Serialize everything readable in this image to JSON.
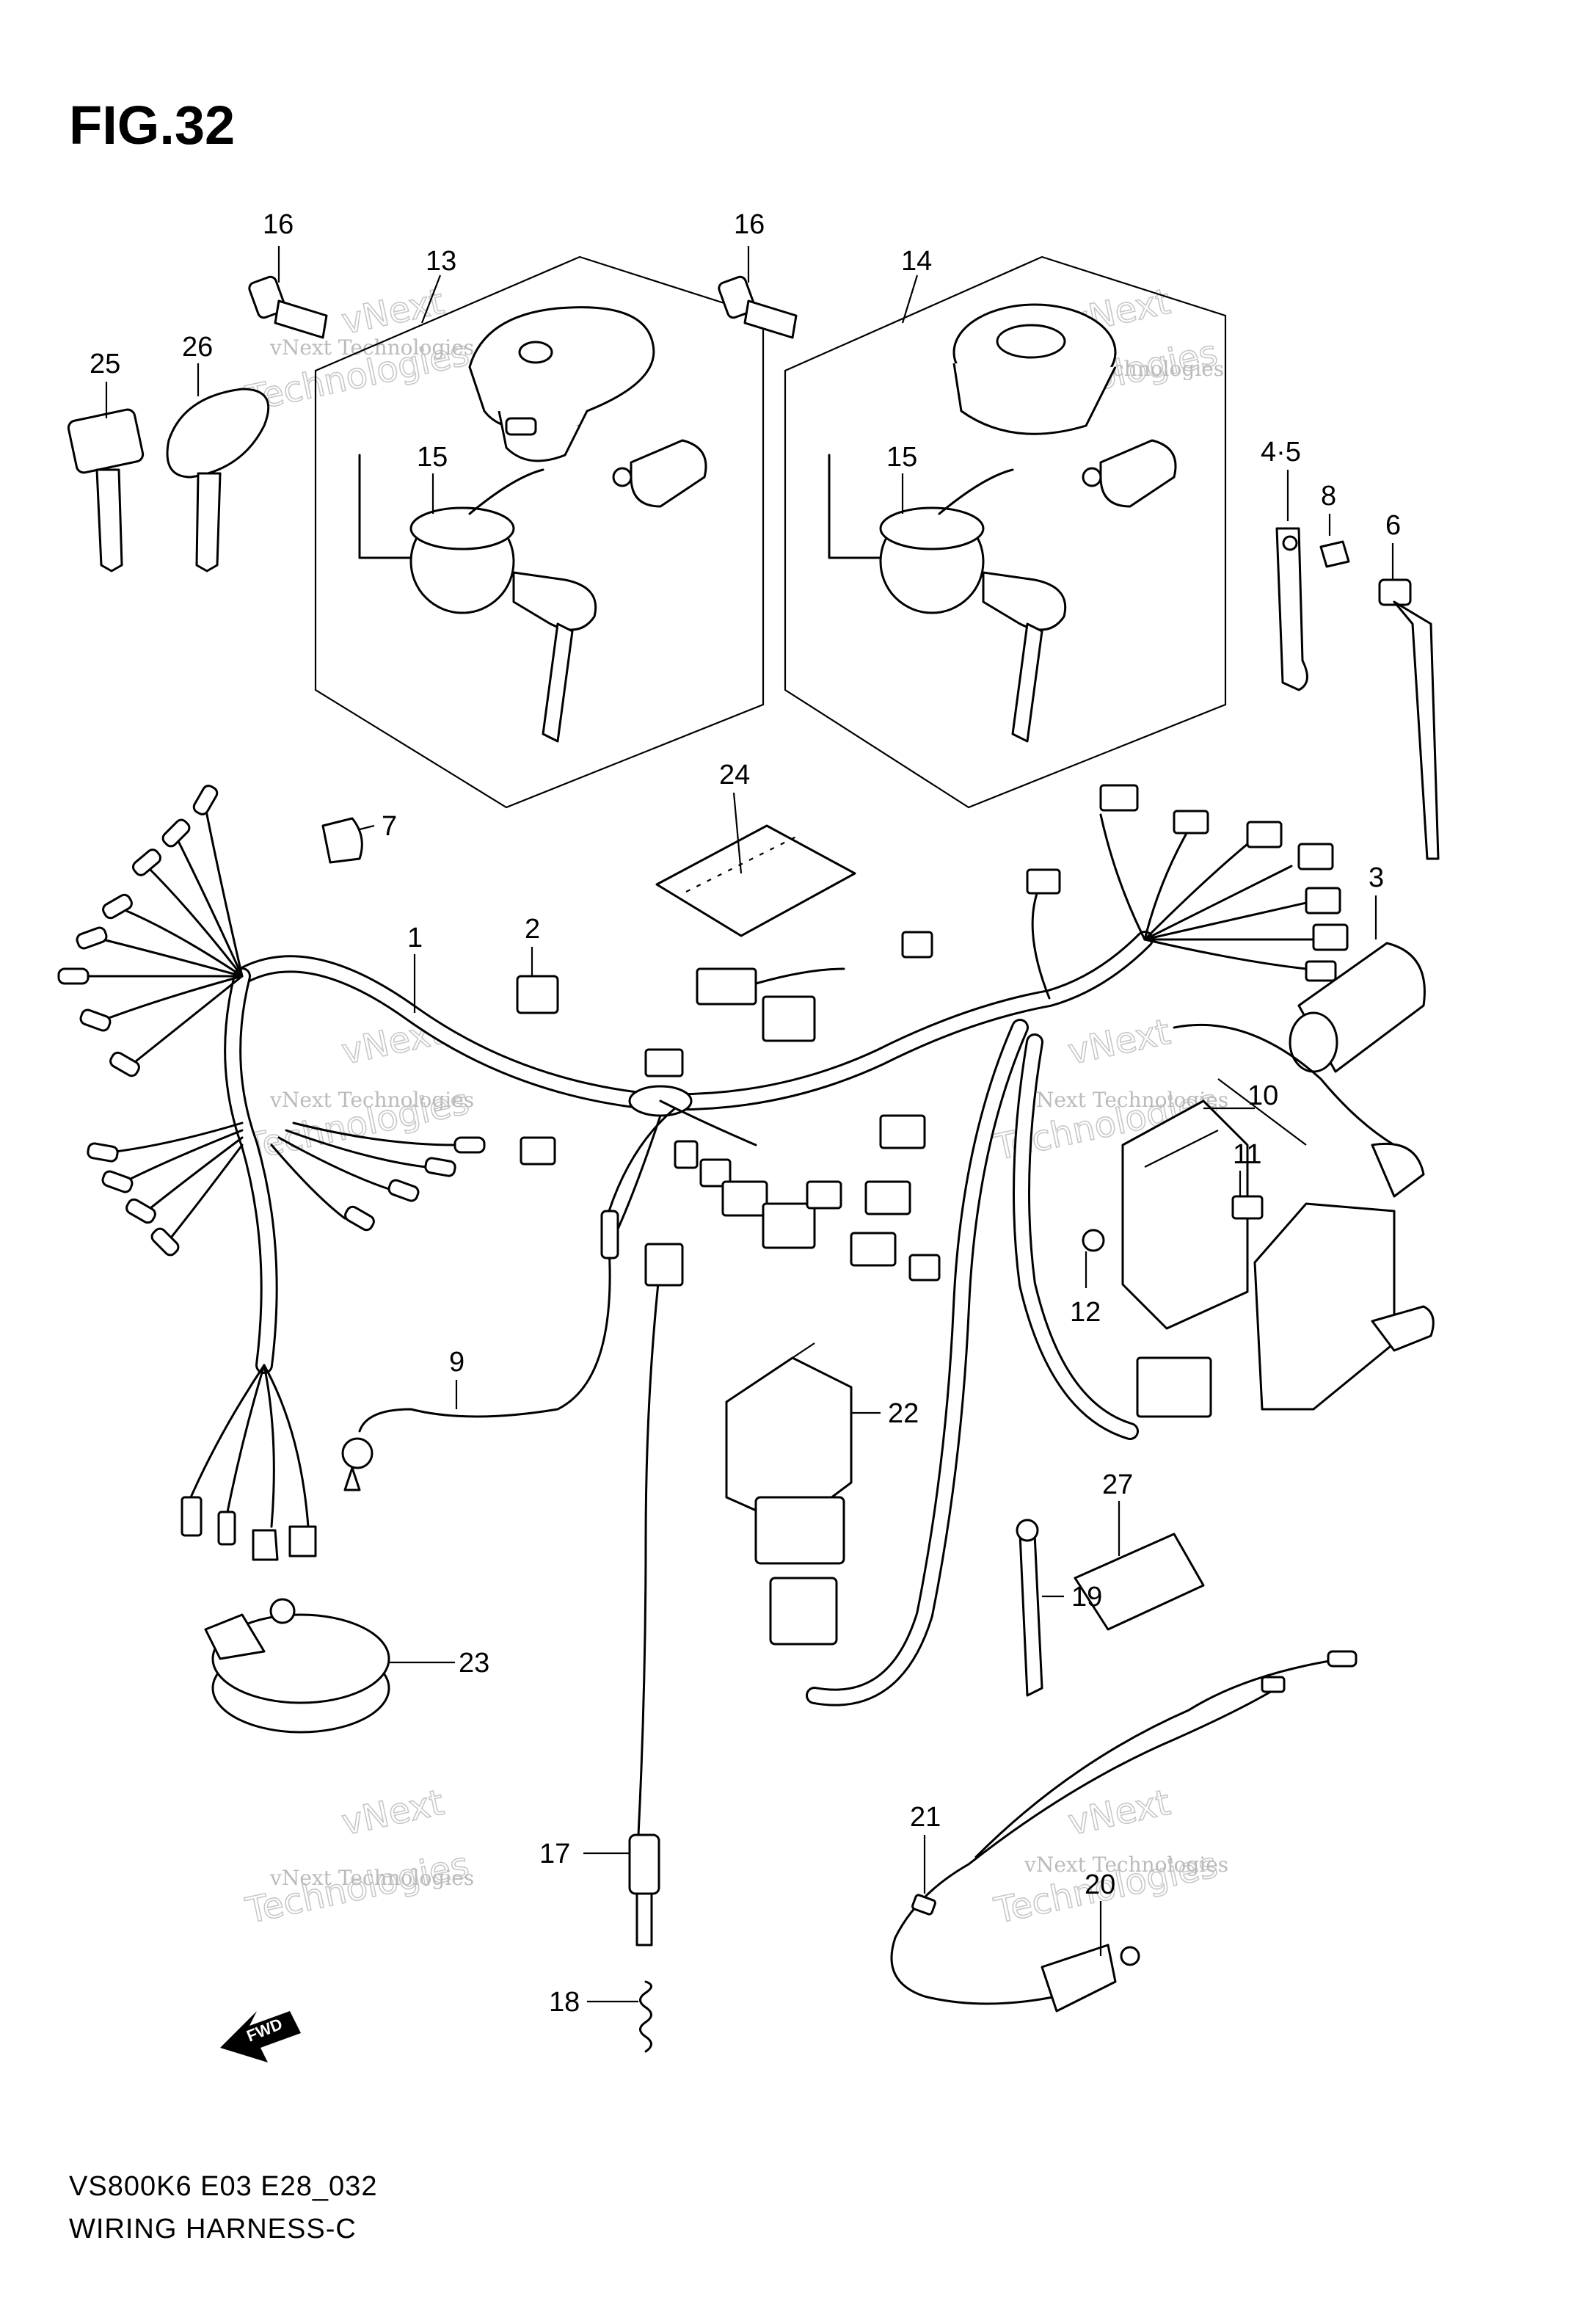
{
  "figure": {
    "title": "FIG.32",
    "code": "VS800K6 E03 E28_032",
    "name": "WIRING HARNESS-C"
  },
  "watermark": {
    "line1": "vNext Technologies",
    "line2": "vNext",
    "line3": "Technologies"
  },
  "fwd_label": "FWD",
  "callouts": [
    {
      "id": "c16a",
      "label": "16"
    },
    {
      "id": "c13",
      "label": "13"
    },
    {
      "id": "c25",
      "label": "25"
    },
    {
      "id": "c26",
      "label": "26"
    },
    {
      "id": "c15a",
      "label": "15"
    },
    {
      "id": "c16b",
      "label": "16"
    },
    {
      "id": "c14",
      "label": "14"
    },
    {
      "id": "c15b",
      "label": "15"
    },
    {
      "id": "c45",
      "label": "4·5"
    },
    {
      "id": "c8",
      "label": "8"
    },
    {
      "id": "c6",
      "label": "6"
    },
    {
      "id": "c7",
      "label": "7"
    },
    {
      "id": "c24",
      "label": "24"
    },
    {
      "id": "c3",
      "label": "3"
    },
    {
      "id": "c1",
      "label": "1"
    },
    {
      "id": "c2",
      "label": "2"
    },
    {
      "id": "c10",
      "label": "10"
    },
    {
      "id": "c11",
      "label": "11"
    },
    {
      "id": "c12",
      "label": "12"
    },
    {
      "id": "c9",
      "label": "9"
    },
    {
      "id": "c22",
      "label": "22"
    },
    {
      "id": "c27",
      "label": "27"
    },
    {
      "id": "c19",
      "label": "19"
    },
    {
      "id": "c23",
      "label": "23"
    },
    {
      "id": "c17",
      "label": "17"
    },
    {
      "id": "c21",
      "label": "21"
    },
    {
      "id": "c20",
      "label": "20"
    },
    {
      "id": "c18",
      "label": "18"
    }
  ]
}
